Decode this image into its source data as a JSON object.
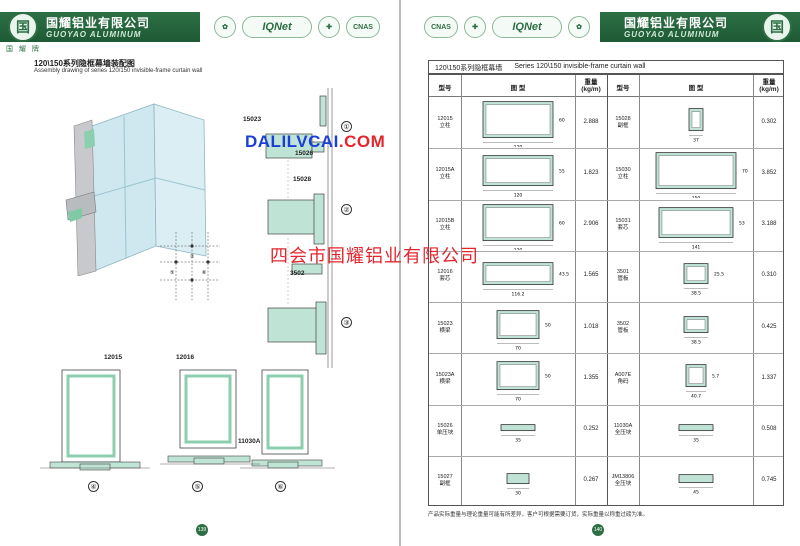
{
  "header": {
    "company_cn": "国耀铝业有限公司",
    "company_en": "GUOYAO ALUMINUM",
    "logo_text": "国",
    "sub_cn": "国 耀 牌",
    "iqnet": "IQNet",
    "cnas": "CNAS"
  },
  "left": {
    "title": "120\\150系列隐框幕墙装配图",
    "subtitle": "Assembly drawing of series 120/150 invisible-frame curtain wall",
    "labels": [
      "15023",
      "15026",
      "15028",
      "3502",
      "12015",
      "12016",
      "11030A"
    ],
    "circles": [
      "①",
      "②",
      "③",
      "④",
      "⑤",
      "⑥"
    ],
    "page_number": "139"
  },
  "watermark": {
    "site_blue": "DALILVCAI",
    "site_red": ".COM",
    "company": "四会市国耀铝业有限公司"
  },
  "table": {
    "title_cn": "120\\150系列隐框幕墙",
    "title_en": "Series 120\\150 invisible-frame curtain wall",
    "headers": [
      "型号",
      "图 型",
      "重量\n(kg/m)",
      "型号",
      "图 型",
      "重量\n(kg/m)"
    ],
    "rows_left": [
      {
        "code": "12015\n立柱",
        "weight": "2.888",
        "dims": [
          "120",
          "60"
        ]
      },
      {
        "code": "12015A\n立柱",
        "weight": "1.823",
        "dims": [
          "120",
          "55"
        ]
      },
      {
        "code": "12015B\n立柱",
        "weight": "2.906",
        "dims": [
          "120",
          "60"
        ]
      },
      {
        "code": "12016\n套芯",
        "weight": "1.565",
        "dims": [
          "116.2",
          "43.5"
        ]
      },
      {
        "code": "15023\n横梁",
        "weight": "1.018",
        "dims": [
          "70",
          "50"
        ]
      },
      {
        "code": "15023A\n横梁",
        "weight": "1.355",
        "dims": [
          "70",
          "50"
        ]
      },
      {
        "code": "15026\n单压块",
        "weight": "0.252",
        "dims": [
          "35"
        ]
      },
      {
        "code": "15027\n副框",
        "weight": "0.267",
        "dims": [
          "30"
        ]
      }
    ],
    "rows_right": [
      {
        "code": "15028\n副框",
        "weight": "0.302",
        "dims": [
          "37"
        ]
      },
      {
        "code": "15030\n立柱",
        "weight": "3.852",
        "dims": [
          "150",
          "70"
        ]
      },
      {
        "code": "15031\n套芯",
        "weight": "3.188",
        "dims": [
          "141",
          "53"
        ]
      },
      {
        "code": "3501\n管板",
        "weight": "0.310",
        "dims": [
          "38.5",
          "25.5"
        ]
      },
      {
        "code": "3502\n管板",
        "weight": "0.425",
        "dims": [
          "38.5"
        ]
      },
      {
        "code": "A007E\n角码",
        "weight": "1.337",
        "dims": [
          "40.7",
          "5.7"
        ]
      },
      {
        "code": "11030A\n全压块",
        "weight": "0.508",
        "dims": [
          "35"
        ]
      },
      {
        "code": "JM13806\n全压块",
        "weight": "0.745",
        "dims": [
          "45"
        ]
      }
    ],
    "footnote": "产品实际重量与理论重量可能有所差异，客户可根据需要订货，实际重量以称重过磅为准。",
    "page_number": "140"
  },
  "colors": {
    "brand_green": "#2d6f45",
    "profile": "#bfe3d4",
    "watermark_blue": "#1a3fd6",
    "watermark_red": "#e3262e"
  }
}
